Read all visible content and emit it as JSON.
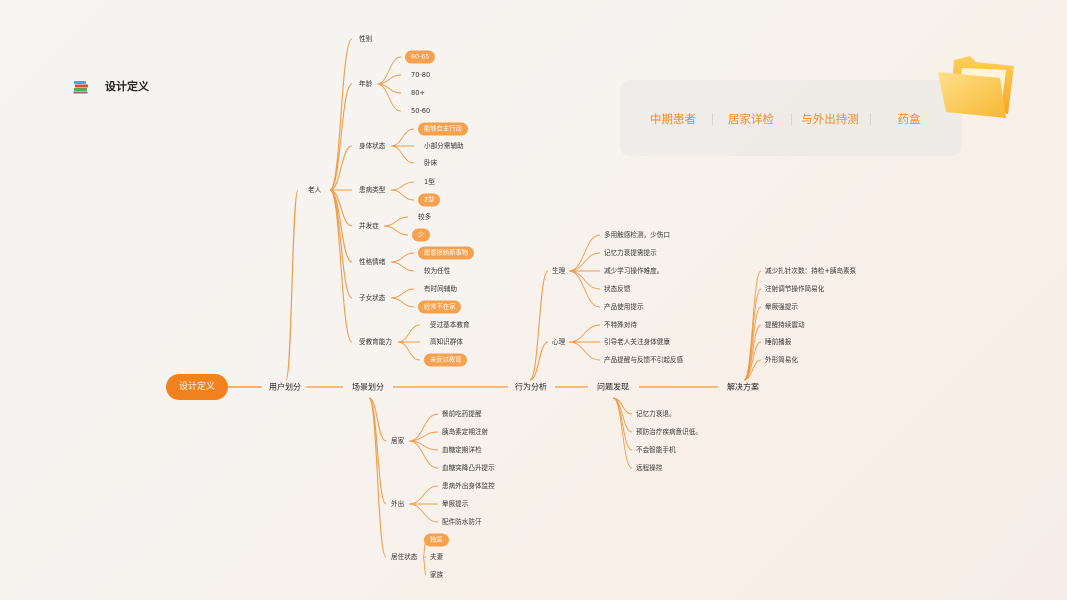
{
  "header": {
    "title": "设计定义"
  },
  "tags": [
    "中期患者",
    "居家详检",
    "与外出持测",
    "药盒"
  ],
  "colors": {
    "accent": "#f08220",
    "line": "#f29a45",
    "pill": "#f6a14f",
    "tag_text": "#ee8a2a"
  },
  "mindmap": {
    "root": "设计定义",
    "main_chain": [
      "用户划分",
      "场景划分",
      "行为分析",
      "问题发现",
      "解决方案"
    ],
    "user": {
      "label": "老人",
      "groups": [
        {
          "label": "性别",
          "items": []
        },
        {
          "label": "年龄",
          "items": [
            {
              "text": "60-65",
              "hl": true
            },
            {
              "text": "70-80"
            },
            {
              "text": "80+"
            },
            {
              "text": "50-60"
            }
          ]
        },
        {
          "label": "身体状态",
          "items": [
            {
              "text": "能够自主行动",
              "hl": true
            },
            {
              "text": "小部分需辅助"
            },
            {
              "text": "卧床"
            }
          ]
        },
        {
          "label": "患病类型",
          "items": [
            {
              "text": "1型"
            },
            {
              "text": "2型",
              "hl": true
            }
          ]
        },
        {
          "label": "并发症",
          "items": [
            {
              "text": "较多"
            },
            {
              "text": "少",
              "hl": true
            }
          ]
        },
        {
          "label": "性格情绪",
          "items": [
            {
              "text": "愿意接纳新事物",
              "hl": true
            },
            {
              "text": "较为任性"
            }
          ]
        },
        {
          "label": "子女状态",
          "items": [
            {
              "text": "有时间辅助"
            },
            {
              "text": "经常不在家",
              "hl": true
            }
          ]
        },
        {
          "label": "受教育能力",
          "items": [
            {
              "text": "受过基本教育"
            },
            {
              "text": "高知识群体"
            },
            {
              "text": "未受过教育",
              "hl": true
            }
          ]
        }
      ]
    },
    "scene": {
      "groups": [
        {
          "label": "居家",
          "items": [
            {
              "text": "餐前吃药提醒"
            },
            {
              "text": "胰岛素定期注射"
            },
            {
              "text": "血糖定期详检"
            },
            {
              "text": "血糖突降凸升提示"
            }
          ]
        },
        {
          "label": "外出",
          "items": [
            {
              "text": "患病外出身体监控"
            },
            {
              "text": "晕厥提示"
            },
            {
              "text": "配件防水防汗"
            }
          ]
        },
        {
          "label": "居住状态",
          "items": [
            {
              "text": "独居",
              "hl": true
            },
            {
              "text": "夫妻"
            },
            {
              "text": "家族"
            }
          ]
        }
      ]
    },
    "behavior": {
      "groups": [
        {
          "label": "生理",
          "items": [
            {
              "text": "多用触感检测，少伤口"
            },
            {
              "text": "记忆力衰提需提示"
            },
            {
              "text": "减少学习操作难度。"
            },
            {
              "text": "状态反馈"
            },
            {
              "text": "产品使用提示"
            }
          ]
        },
        {
          "label": "心理",
          "items": [
            {
              "text": "不特殊对待"
            },
            {
              "text": "引导老人关注身体健康"
            },
            {
              "text": "产品提醒与反馈不引起反感"
            }
          ]
        }
      ]
    },
    "problems": [
      "记忆力衰退。",
      "预防治疗疾病意识低。",
      "不会智能手机",
      "远程操控"
    ],
    "solutions": [
      "减少扎针次数：持检+胰岛素泵",
      "注射调节操作简易化",
      "晕厥强提示",
      "提醒持续震动",
      "睡前播报",
      "外形简易化"
    ]
  }
}
